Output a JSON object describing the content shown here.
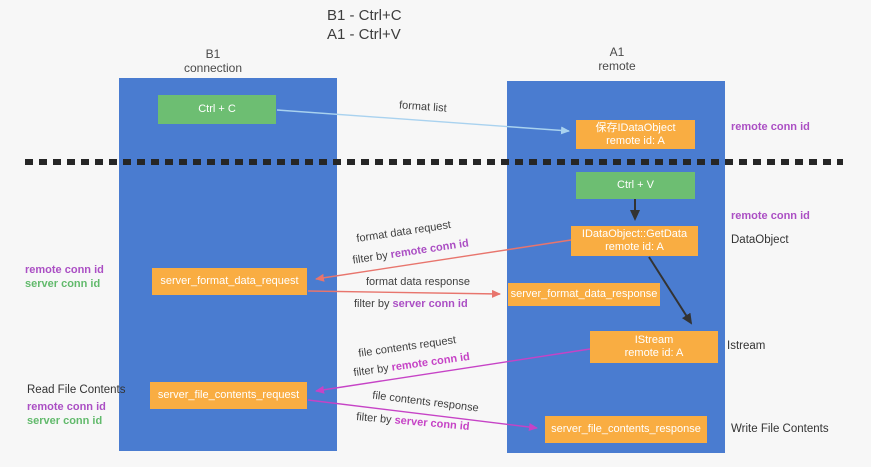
{
  "title": {
    "line1": "B1 - Ctrl+C",
    "line2": "A1 - Ctrl+V"
  },
  "columns": {
    "left": {
      "header_line1": "B1",
      "header_line2": "connection"
    },
    "right": {
      "header_line1": "A1",
      "header_line2": "remote"
    }
  },
  "boxes": {
    "ctrl_c": {
      "label": "Ctrl + C"
    },
    "save_idataobject": {
      "line1": "保存IDataObject",
      "line2": "remote id: A"
    },
    "ctrl_v": {
      "label": "Ctrl + V"
    },
    "getdata": {
      "line1": "IDataObject::GetData",
      "line2": "remote id: A"
    },
    "server_format_data_request": {
      "label": "server_format_data_request"
    },
    "server_format_data_response": {
      "label": "server_format_data_response"
    },
    "istream": {
      "line1": "IStream",
      "line2": "remote id: A"
    },
    "server_file_contents_request": {
      "label": "server_file_contents_request"
    },
    "server_file_contents_response": {
      "label": "server_file_contents_response"
    }
  },
  "arrow_labels": {
    "format_list": "format list",
    "format_data_request": "format data request",
    "format_data_response": "format data response",
    "file_contents_request": "file contents request",
    "file_contents_response": "file contents response",
    "filter_by": "filter by ",
    "remote_conn_id": "remote conn id",
    "server_conn_id": "server conn id"
  },
  "side_labels": {
    "left_mid": {
      "remote": "remote conn id",
      "server": "server conn id"
    },
    "left_bottom": {
      "read": "Read File Contents",
      "remote": "remote conn id",
      "server": "server conn id"
    },
    "right": {
      "remote_1": "remote conn id",
      "remote_2": "remote conn id",
      "dataobject": "DataObject",
      "istream": "Istream",
      "write": "Write File Contents"
    }
  },
  "colors": {
    "column_blue": "#4a7cd0",
    "node_orange": "#f9ad42",
    "node_green": "#6dbe72",
    "arrow_light_blue": "#a9d2ef",
    "arrow_red": "#e8756d",
    "arrow_magenta": "#c643c6",
    "arrow_black": "#333333",
    "remote_conn_id_purple": "#ab4fc4",
    "server_conn_id_green": "#62ba6c",
    "background": "#f7f7f7"
  }
}
